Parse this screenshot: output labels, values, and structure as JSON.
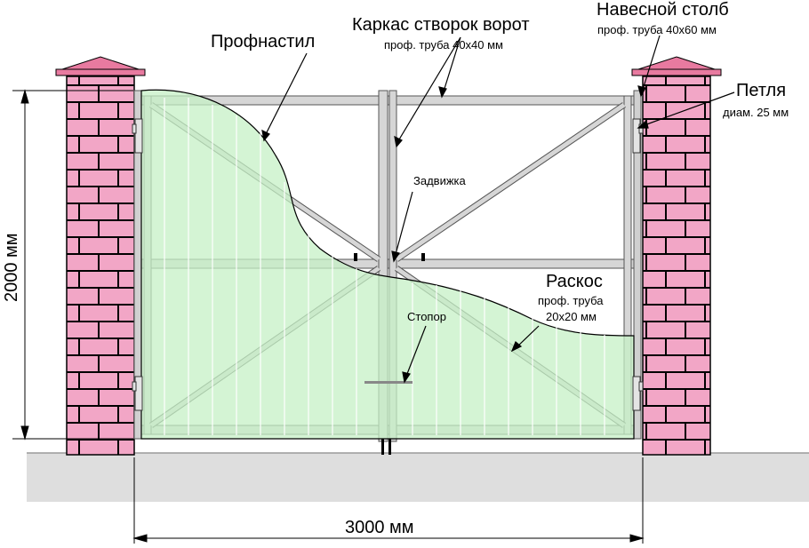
{
  "labels": {
    "frame_title": "Каркас створок ворот",
    "frame_sub": "проф. труба 40х40 мм",
    "post_title": "Навесной столб",
    "post_sub": "проф. труба 40х60 мм",
    "sheet": "Профнастил",
    "hinge_title": "Петля",
    "hinge_sub": "диам. 25 мм",
    "latch": "Задвижка",
    "brace_title": "Раскос",
    "brace_sub1": "проф. труба",
    "brace_sub2": "20х20 мм",
    "stopper": "Стопор",
    "height_dim": "2000 мм",
    "width_dim": "3000 мм"
  },
  "colors": {
    "brick": "#f0a0c2",
    "brick_mortar": "#ffffff",
    "cap": "#e8789e",
    "frame": "#d4d4d4",
    "sheet": "#c8f0c8",
    "ground": "#dcdcdc"
  }
}
